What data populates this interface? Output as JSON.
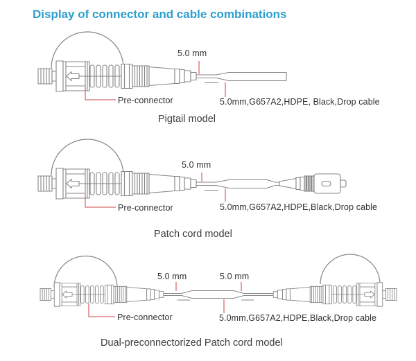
{
  "title": "Display of connector and cable combinations",
  "colors": {
    "title": "#2B9FCE",
    "line": "#858585",
    "leader": "#D96A6A",
    "text": "#303030"
  },
  "diagrams": [
    {
      "id": "pigtail",
      "caption": "Pigtail model",
      "labels": {
        "cable_od": "5.0 mm",
        "pre_connector": "Pre-connector",
        "drop_cable": "5.0mm,G657A2,HDPE, Black,Drop cable"
      }
    },
    {
      "id": "patch-cord",
      "caption": "Patch cord model",
      "labels": {
        "cable_od": "5.0 mm",
        "pre_connector": "Pre-connector",
        "drop_cable": "5.0mm,G657A2,HDPE,Black,Drop cable"
      }
    },
    {
      "id": "dual-preconnectorized",
      "caption": "Dual-preconnectorized Patch cord model",
      "labels": {
        "cable_od_left": "5.0 mm",
        "cable_od_right": "5.0 mm",
        "pre_connector": "Pre-connector",
        "drop_cable": "5.0mm,G657A2,HDPE,Black,Drop cable"
      }
    }
  ]
}
